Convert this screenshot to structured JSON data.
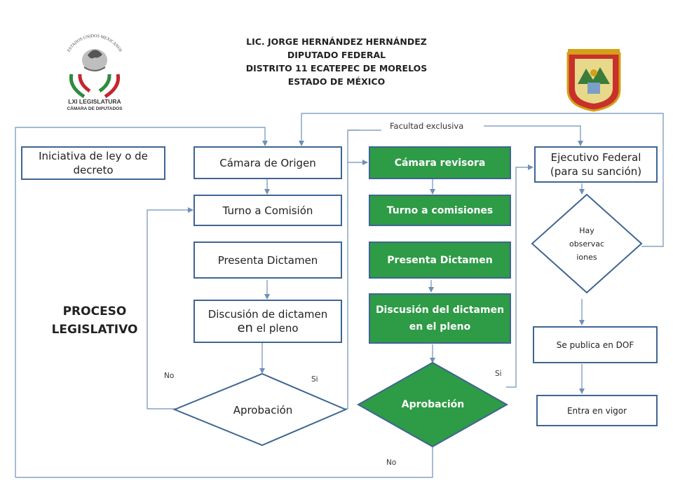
{
  "header": {
    "line1": "LIC. JORGE HERNÁNDEZ HERNÁNDEZ",
    "line2": "DIPUTADO FEDERAL",
    "line3": "DISTRITO 11 ECATEPEC DE MORELOS",
    "line4": "ESTADO DE MÉXICO"
  },
  "left_logo": {
    "arc": "ESTADOS UNIDOS MEXICANOS",
    "legislature": "LXI LEGISLATURA",
    "chamber": "CÁMARA DE DIPUTADOS"
  },
  "right_logo": {
    "name": "escudo-estado-de-mexico"
  },
  "title": {
    "line1": "PROCESO",
    "line2": "LEGISLATIVO"
  },
  "nodes": {
    "iniciativa": "Iniciativa de ley o de decreto",
    "camara_origen": "Cámara de Origen",
    "turno_comision": "Turno a Comisión",
    "presenta_dictamen_1": "Presenta Dictamen",
    "discusion_1a": "Discusión de dictamen",
    "discusion_1b_en": "en",
    "discusion_1b_rest": " el pleno",
    "aprobacion_1": "Aprobación",
    "camara_revisora": "Cámara revisora",
    "turno_comisiones": "Turno a comisiones",
    "presenta_dictamen_2": "Presenta Dictamen",
    "discusion_2": "Discusión del dictamen en el pleno",
    "aprobacion_2": "Aprobación",
    "ejecutivo": "Ejecutivo Federal (para su sanción)",
    "hay_observaciones_1": "Hay",
    "hay_observaciones_2": "observac",
    "hay_observaciones_3": "iones",
    "publica_dof": "Se publica en DOF",
    "entra_vigor": "Entra en vigor"
  },
  "labels": {
    "facultad": "Facultad exclusiva",
    "no_1": "No",
    "si_1": "Si",
    "si_2": "Si",
    "no_2": "No"
  },
  "colors": {
    "accent_green": "#2e9b46",
    "border_blue": "#3e6592",
    "line_blue": "#6f8fb7"
  }
}
